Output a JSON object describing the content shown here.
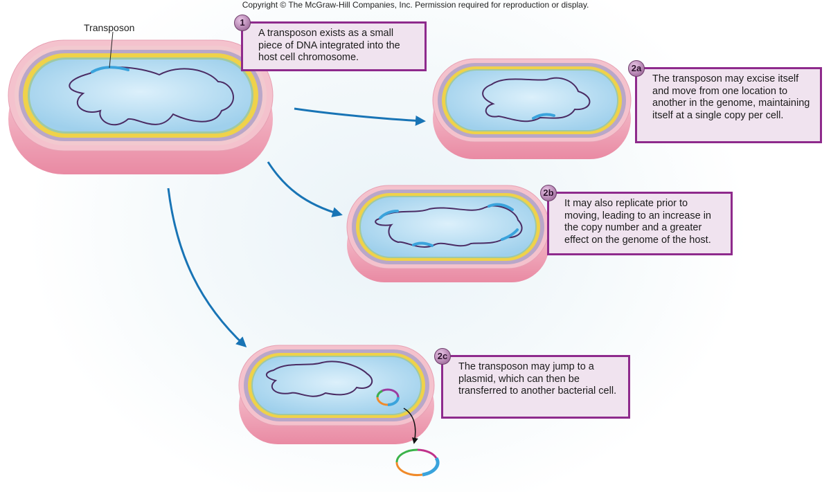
{
  "copyright": "Copyright © The McGraw-Hill Companies, Inc. Permission required for reproduction or display.",
  "labels": {
    "transposon": "Transposon"
  },
  "steps": [
    {
      "badge": "1",
      "text": "A transposon exists as a small piece of DNA integrated into the host cell chromosome."
    },
    {
      "badge": "2a",
      "text": "The transposon may excise itself and move from one location to another in the genome, maintaining itself at a single copy per cell."
    },
    {
      "badge": "2b",
      "text": "It may also replicate prior to moving, leading to an increase in the copy number and a greater effect on the genome of the host."
    },
    {
      "badge": "2c",
      "text": "The transposon may jump to a plasmid, which can then be transferred to another bacterial cell."
    }
  ],
  "colors": {
    "callout_border": "#8e2a8c",
    "callout_fill": "#f0e3ef",
    "arrow": "#1874b5",
    "transposon": "#3aa3dc",
    "chromosome": "#4a2b63",
    "cell_wall": "#f2b6c4",
    "membrane_yellow": "#f0d24a",
    "membrane_purple": "#b3a0c2",
    "cytoplasm": "#b9def2"
  }
}
